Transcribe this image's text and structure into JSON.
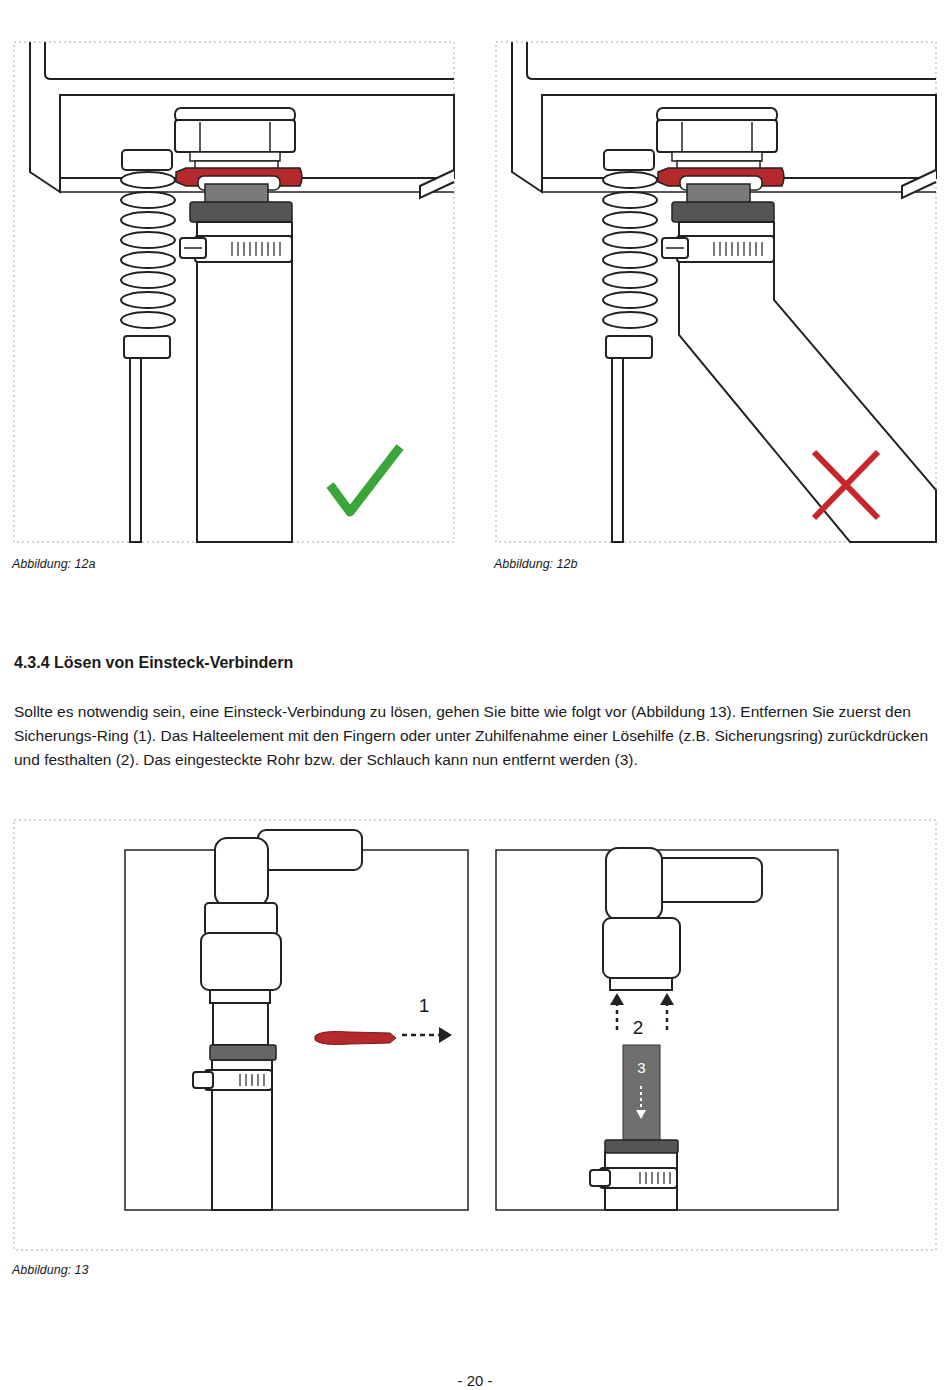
{
  "diagram": {
    "title": "4.3.4 Lösen von Einsteck-Verbindern",
    "labels": [
      "Abbildung: 12a",
      "Abbildung: 12b",
      "Sollte es notwendig sein, eine Einsteck-Verbindung zu lösen, gehen Sie bitte wie folgt vor (Abbildung 13). Entfernen Sie zuerst den Sicherungs-Ring (1). Das Halteelement mit den Fingern oder unter Zuhilfenahme einer Lösehilfe (z.B. Sicherungsring) zurückdrücken und festhalten (2). Das eingesteckte Rohr bzw. der Schlauch kann nun entfernt werden (3).",
      "1",
      "2",
      "3",
      "Abbildung: 13",
      "- 20 -"
    ]
  }
}
